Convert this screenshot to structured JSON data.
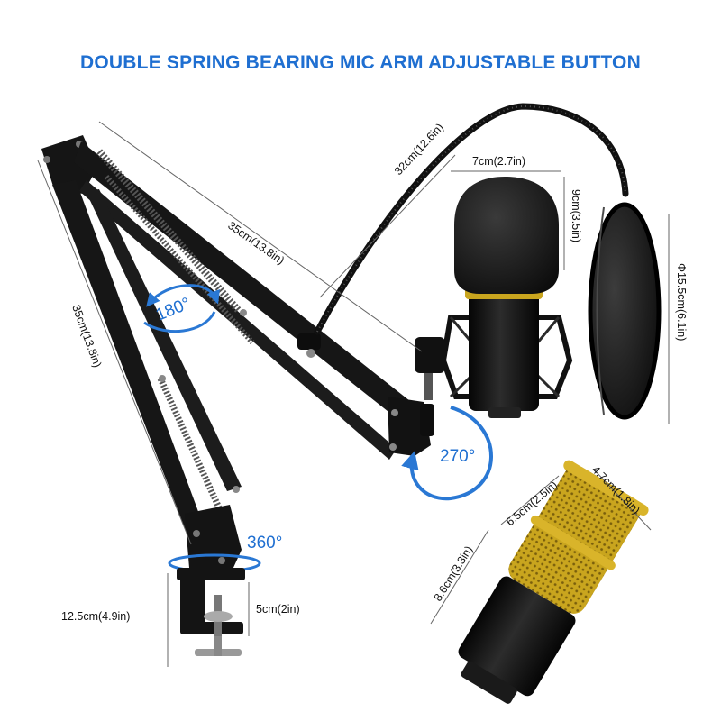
{
  "title": "DOUBLE SPRING BEARING MIC ARM ADJUSTABLE BUTTON",
  "colors": {
    "title_blue": "#1f6fd1",
    "arm_black": "#111111",
    "gold": "#c9a51e",
    "rotation_arrow_blue": "#2a78d4"
  },
  "dimensions": {
    "arm_upper": "35cm(13.8in)",
    "arm_lower": "35cm(13.8in)",
    "gooseneck": "32cm(12.6in)",
    "foam_width": "7cm(2.7in)",
    "foam_height": "9cm(3.5in)",
    "pop_filter_diameter": "Φ15.5cm(6.1in)",
    "clamp_height": "12.5cm(4.9in)",
    "clamp_opening": "5cm(2in)",
    "mic_body_length": "8.6cm(3.3in)",
    "mic_grille_length": "6.5cm(2.5in)",
    "mic_diameter": "4.7cm(1.8in)"
  },
  "rotations": {
    "arm_joint": "180°",
    "mount_tilt": "270°",
    "base_swivel": "360°"
  },
  "icons": [
    "rotation-arrow-icon"
  ]
}
